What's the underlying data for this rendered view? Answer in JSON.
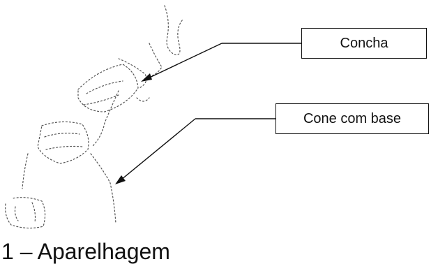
{
  "labels": {
    "concha": "Concha",
    "cone_com_base": "Cone com base"
  },
  "caption": "1 – Aparelhagem",
  "colors": {
    "ink": "#111111",
    "sketch": "#555555",
    "background": "#ffffff"
  }
}
